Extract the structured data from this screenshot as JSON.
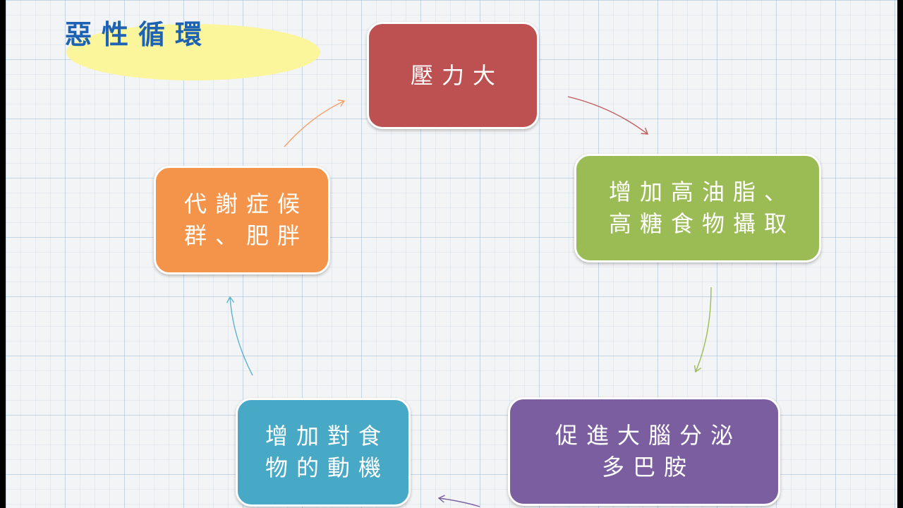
{
  "title": "惡性循環",
  "colors": {
    "title": "#1e63b3",
    "title_highlight": "#fbf59c",
    "stress": "#bd5050",
    "food": "#9bbc55",
    "dopamine": "#7b5ea0",
    "motive": "#48a9c6",
    "metabolic": "#f4944a"
  },
  "nodes": {
    "stress": {
      "line1": "壓力大"
    },
    "food": {
      "line1": "增加高油脂、",
      "line2": "高糖食物攝取"
    },
    "dopamine": {
      "line1": "促進大腦分泌",
      "line2": "多巴胺"
    },
    "motive": {
      "line1": "增加對食",
      "line2": "物的動機"
    },
    "metabolic": {
      "line1": "代謝症候",
      "line2": "群、肥胖"
    }
  },
  "edges": [
    {
      "from": "stress",
      "to": "food"
    },
    {
      "from": "food",
      "to": "dopamine"
    },
    {
      "from": "dopamine",
      "to": "motive"
    },
    {
      "from": "motive",
      "to": "metabolic"
    },
    {
      "from": "metabolic",
      "to": "stress"
    }
  ]
}
